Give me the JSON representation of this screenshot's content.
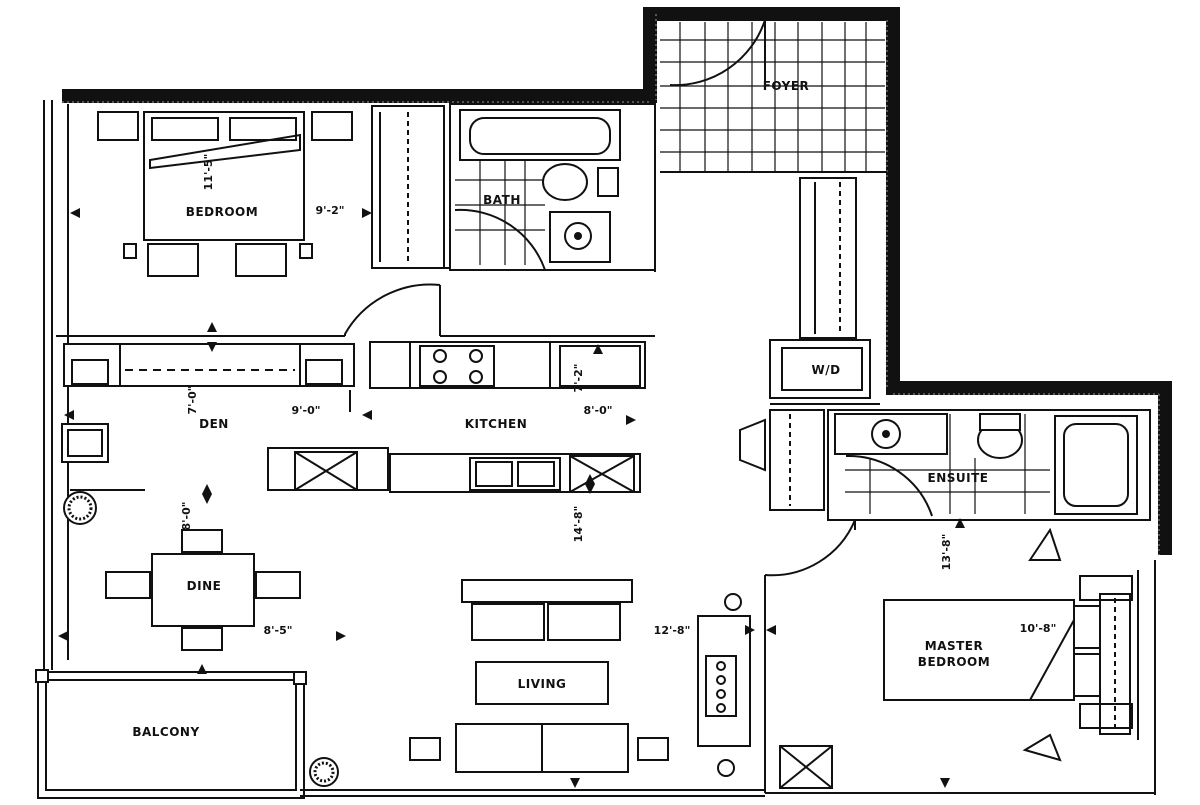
{
  "rooms": {
    "foyer": "FOYER",
    "bath": "BATH",
    "bedroom": "BEDROOM",
    "den": "DEN",
    "kitchen": "KITCHEN",
    "wd": "W/D",
    "ensuite": "ENSUITE",
    "dine": "DINE",
    "living": "LIVING",
    "master": "MASTER",
    "master_line2": "BEDROOM",
    "balcony": "BALCONY"
  },
  "dimensions": {
    "bedroom_width": "9'-2\"",
    "bedroom_depth": "11'-5\"",
    "den_width": "9'-0\"",
    "den_depth": "7'-0\"",
    "kitchen_width": "8'-0\"",
    "kitchen_depth": "7'-2\"",
    "dine_depth": "8'-0\"",
    "dine_width": "8'-5\"",
    "living_depth": "14'-8\"",
    "living_width": "12'-8\"",
    "ensuite_depth": "13'-8\"",
    "master_width": "10'-8\""
  }
}
